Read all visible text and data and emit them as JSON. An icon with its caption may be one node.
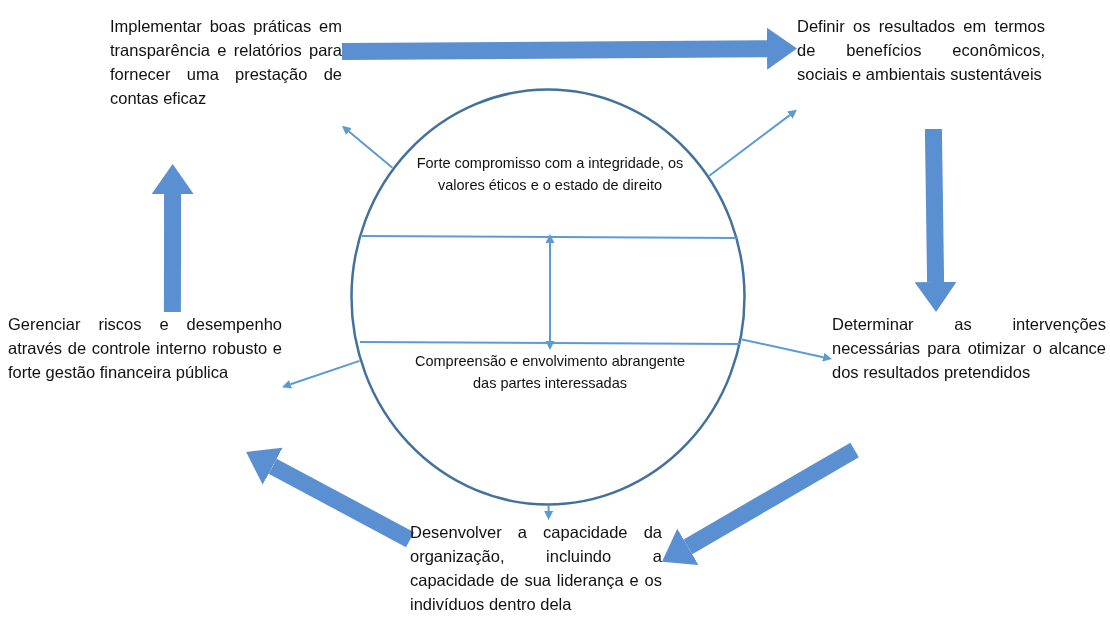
{
  "diagram": {
    "nodes": [
      {
        "text": [],
        "shape": "circle"
      },
      {
        "text": [
          "Forte compromisso com a integridade, os valores éticos e o estado de direito"
        ],
        "in": 0
      },
      {
        "text": [
          "Compreensão e envolvimento abrangente das partes interessadas"
        ],
        "in": 0
      },
      {
        "text": [
          "Implementar boas práticas em transparência e relatórios para fornecer uma prestação de contas eficaz"
        ]
      },
      {
        "text": [
          "Definir os resultados em termos de benefícios econômicos, sociais e ambientais sustentáveis"
        ]
      },
      {
        "text": [
          "Determinar as intervenções necessárias para otimizar o alcance dos resultados pretendidos"
        ]
      },
      {
        "text": [
          "Desenvolver a capacidade da organização, incluindo a capacidade de sua liderança e os indivíduos dentro dela"
        ]
      },
      {
        "text": [
          "Gerenciar riscos e desempenho através de controle interno robusto e forte gestão financeira pública"
        ]
      }
    ],
    "edges": [
      {
        "from": 0,
        "to": 3,
        "arrow": "to"
      },
      {
        "from": 0,
        "to": 4,
        "arrow": "to"
      },
      {
        "from": 0,
        "to": 5,
        "arrow": "to"
      },
      {
        "from": 0,
        "to": 6,
        "arrow": "to"
      },
      {
        "from": 0,
        "to": 7,
        "arrow": "to"
      },
      {
        "from": 1,
        "to": 2,
        "arrow": "both"
      },
      {
        "from": 3,
        "to": 4,
        "arrow": "to",
        "style": "thick"
      },
      {
        "from": 4,
        "to": 5,
        "arrow": "to",
        "style": "thick"
      },
      {
        "from": 5,
        "to": 6,
        "arrow": "to",
        "style": "thick"
      },
      {
        "from": 6,
        "to": 7,
        "arrow": "to",
        "style": "thick"
      },
      {
        "from": 7,
        "to": 3,
        "arrow": "to",
        "style": "thick"
      }
    ]
  }
}
